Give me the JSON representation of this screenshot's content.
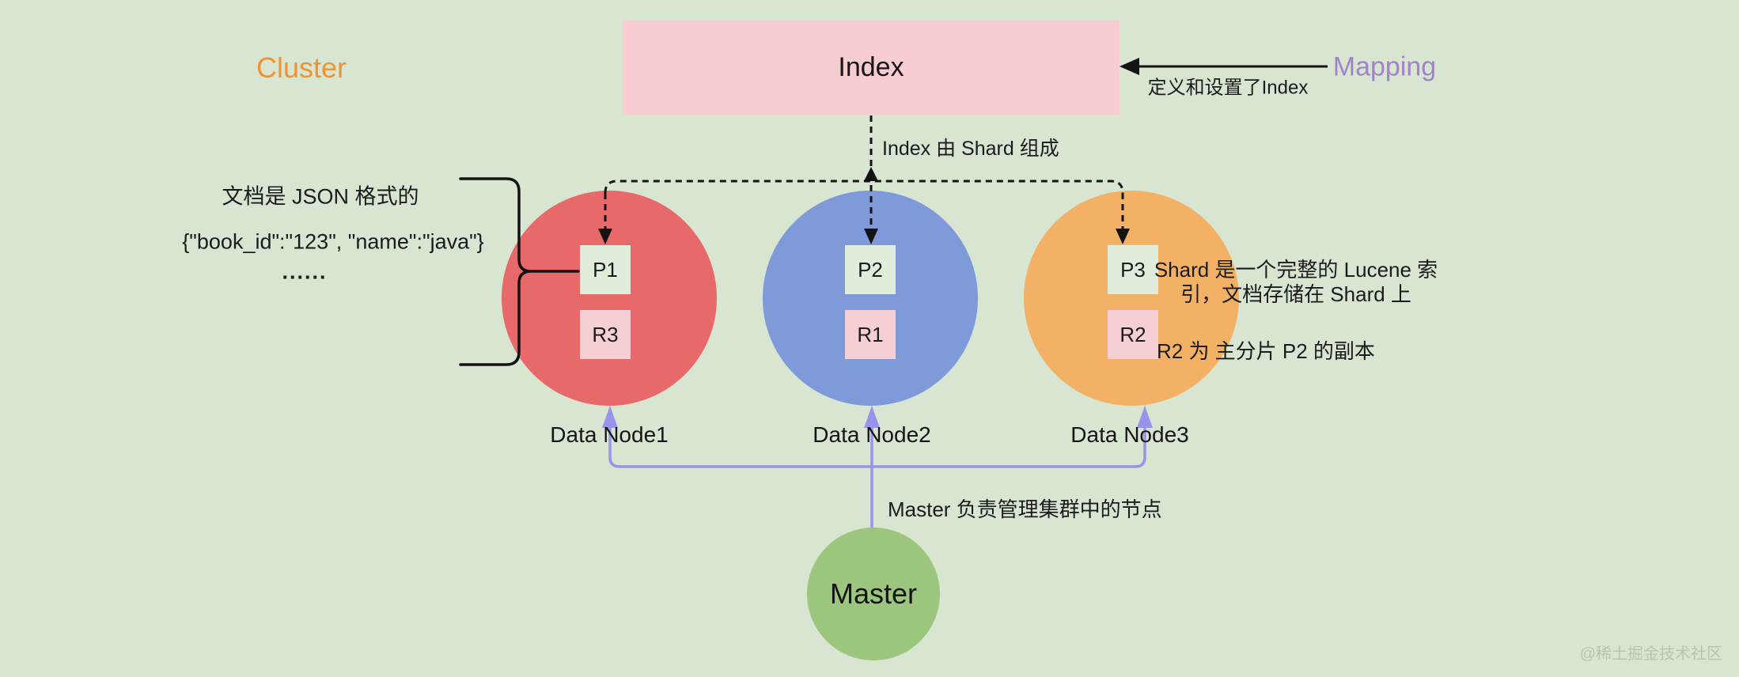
{
  "cluster": {
    "label": "Cluster"
  },
  "index": {
    "label": "Index"
  },
  "mapping": {
    "label": "Mapping",
    "note": "定义和设置了Index"
  },
  "annotations": {
    "index_composition": "Index 由 Shard 组成",
    "document_line1": "文档是 JSON 格式的",
    "document_line2": "{\"book_id\":\"123\", \"name\":\"java\"}",
    "document_line3": "......",
    "shard_note_line1": "Shard 是一个完整的 Lucene 索",
    "shard_note_line2": "引，文档存储在 Shard 上",
    "replica_note": "R2 为 主分片 P2 的副本",
    "master_note": "Master 负责管理集群中的节点"
  },
  "nodes": [
    {
      "name": "Data Node1",
      "primary_shard": "P1",
      "replica_shard": "R3",
      "color": "#e8696a"
    },
    {
      "name": "Data Node2",
      "primary_shard": "P2",
      "replica_shard": "R1",
      "color": "#7f9ad9"
    },
    {
      "name": "Data Node3",
      "primary_shard": "P3",
      "replica_shard": "R2",
      "color": "#f3b166"
    }
  ],
  "master": {
    "label": "Master"
  },
  "watermark": "@稀土掘金技术社区",
  "colors": {
    "background": "#d7e5d1",
    "index_box": "#f8cdd1",
    "primary_shard_box": "#e0edda",
    "replica_shard_box": "#f5cfd3",
    "master_circle": "#9cc57d",
    "cluster_text": "#ee9434",
    "mapping_text": "#a184c7",
    "black_line": "#131313",
    "purple_line": "#9794ea",
    "watermark_text": "#b7c5b1"
  }
}
